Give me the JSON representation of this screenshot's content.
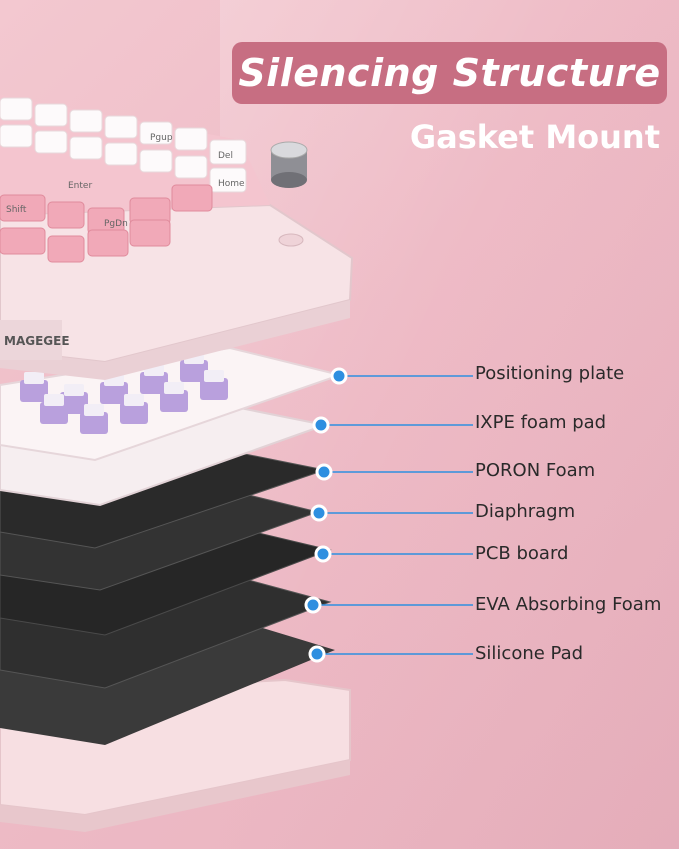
{
  "header": {
    "title": "Silencing Structure",
    "subtitle": "Gasket Mount"
  },
  "keyboard": {
    "brand": "MAGEGEE",
    "keycap_legends": [
      "Shift",
      "Enter",
      "PgDn",
      "Del",
      "Home",
      "Pgup"
    ]
  },
  "layers": [
    {
      "label": "Positioning plate"
    },
    {
      "label": "IXPE foam pad"
    },
    {
      "label": "PORON Foam"
    },
    {
      "label": "Diaphragm"
    },
    {
      "label": "PCB board"
    },
    {
      "label": "EVA Absorbing Foam"
    },
    {
      "label": "Silicone Pad"
    }
  ],
  "colors": {
    "background": "#efc1cb",
    "banner": "#c76e82",
    "callout_dot": "#2e8fe0",
    "foam_dark": "#2b2b2b"
  }
}
